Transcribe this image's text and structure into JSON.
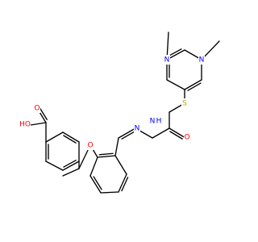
{
  "colors": {
    "background": "#ffffff",
    "bond": "#000000",
    "O": "#ff0000",
    "N": "#0000ff",
    "S": "#b8a000"
  },
  "atoms": [
    {
      "id": "O_oh",
      "text": "HO",
      "el": "O"
    },
    {
      "id": "O_co",
      "text": "O",
      "el": "O"
    },
    {
      "id": "O_ether",
      "text": "O",
      "el": "O"
    },
    {
      "id": "N_a",
      "text": "N",
      "el": "N"
    },
    {
      "id": "N_h",
      "text": "N",
      "el": "N"
    },
    {
      "id": "H_n",
      "text": "H",
      "el": "N"
    },
    {
      "id": "O_amide",
      "text": "O",
      "el": "O"
    },
    {
      "id": "S",
      "text": "S",
      "el": "S"
    },
    {
      "id": "N_pl",
      "text": "N",
      "el": "N"
    },
    {
      "id": "N_pr",
      "text": "N",
      "el": "N"
    }
  ]
}
